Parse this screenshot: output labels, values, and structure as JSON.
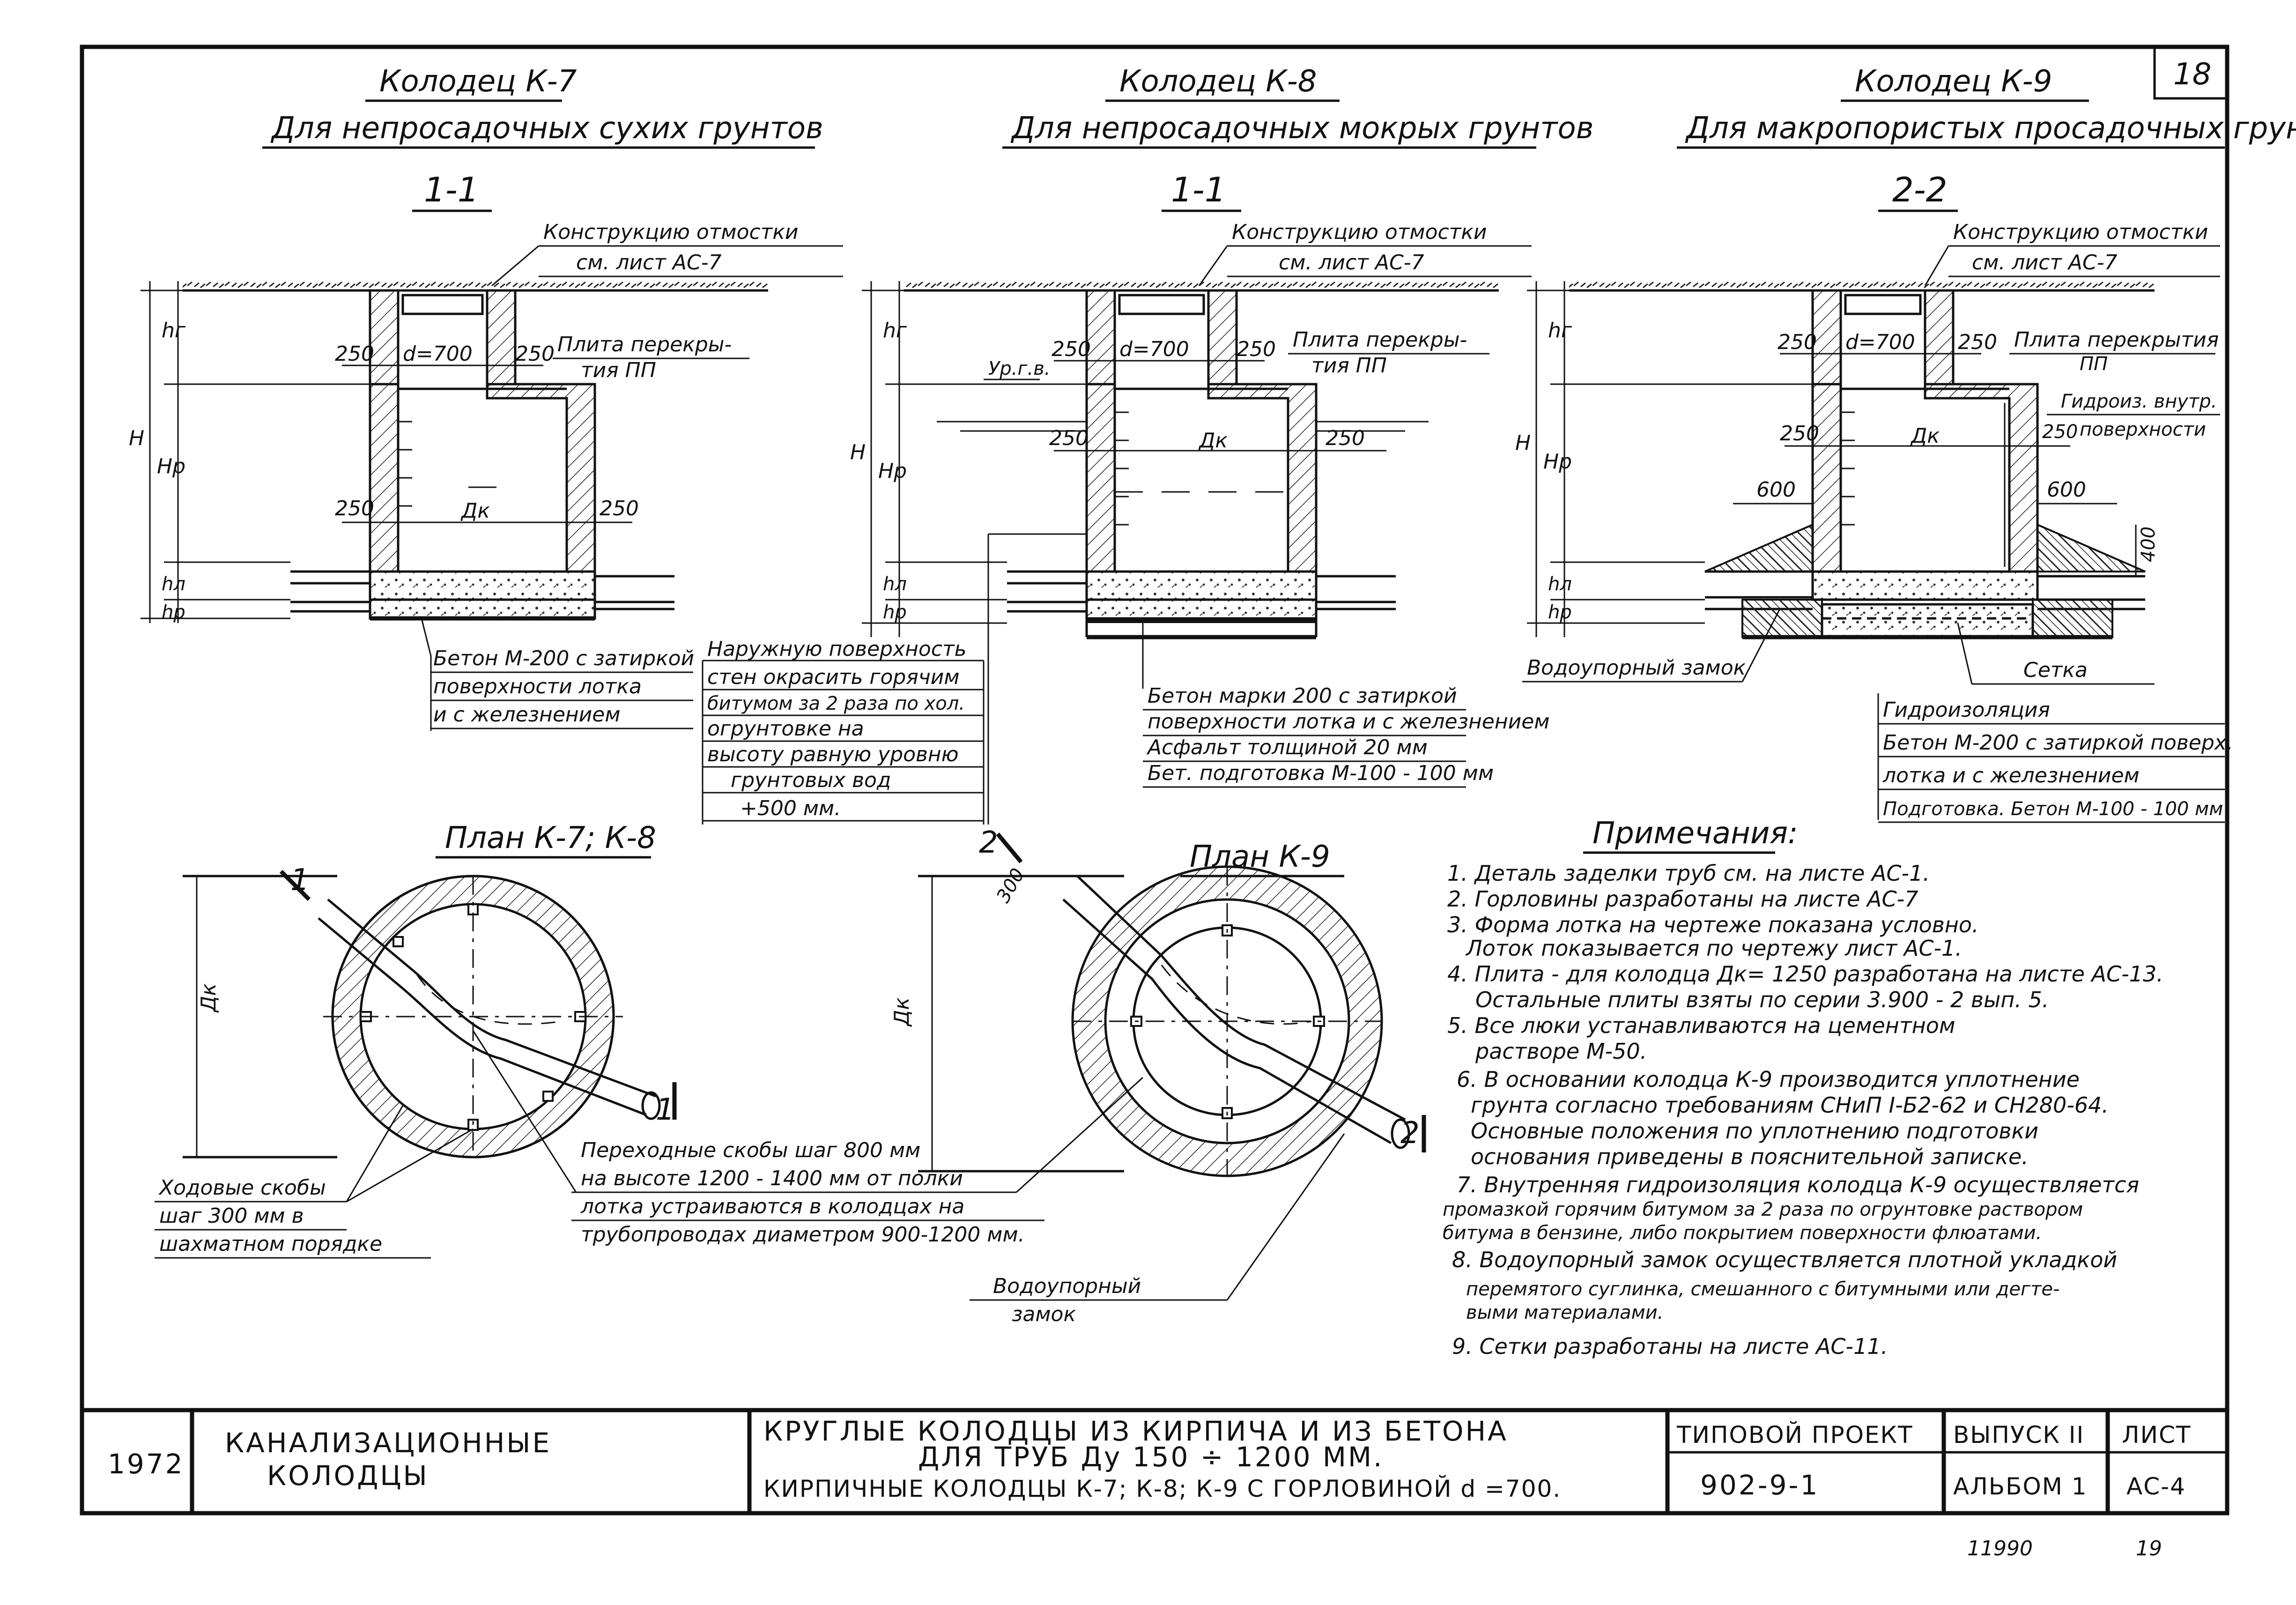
{
  "sheet_number": "18",
  "footer_marks": [
    "11990",
    "19"
  ],
  "wells": [
    {
      "title": "Колодец К-7",
      "subtitle": "Для непросадочных сухих грунтов",
      "section": "1-1",
      "top_note": [
        "Конструкцию отмостки",
        "см. лист АС-7"
      ],
      "slab_note": [
        "Плита перекры-",
        "тия ПП"
      ],
      "dims": {
        "neck_wall": "250",
        "neck_d": "d=700",
        "wall": "250",
        "dk": "Дк",
        "h": "H",
        "hg": "hг",
        "hp": "Hр",
        "hl": "hл",
        "hp2": "hр"
      },
      "base_note": [
        "Бетон М-200 с затиркой",
        "поверхности лотка",
        "и с железнением"
      ],
      "outer_note": [
        "Наружную поверхность",
        "стен окрасить горячим",
        "битумом за 2 раза по хол.",
        "огрунтовке на",
        "высоту равную уровню",
        "грунтовых вод",
        "+500 мм."
      ]
    },
    {
      "title": "Колодец К-8",
      "subtitle": "Для непросадочных мокрых грунтов",
      "section": "1-1",
      "top_note": [
        "Конструкцию отмостки",
        "см. лист АС-7"
      ],
      "slab_note": [
        "Плита перекры-",
        "тия ПП"
      ],
      "dims": {
        "neck_wall": "250",
        "neck_d": "d=700",
        "wall": "250",
        "dk": "Дк",
        "gw": "Ур.г.в.",
        "h": "H",
        "hg": "hг",
        "hp": "Hр",
        "hl": "hл",
        "hp2": "hр"
      },
      "base_note": [
        "Бетон марки 200 с затиркой",
        "поверхности лотка и с железнением",
        "Асфальт толщиной 20 мм",
        "Бет. подготовка М-100 - 100 мм"
      ]
    },
    {
      "title": "Колодец К-9",
      "subtitle": "Для макропористых просадочных грунтов",
      "section": "2-2",
      "top_note": [
        "Конструкцию отмостки",
        "см. лист АС-7"
      ],
      "slab_note": [
        "Плита перекрытия",
        "ПП"
      ],
      "waterproof_note": [
        "Гидроиз. внутр.",
        "поверхности"
      ],
      "dims": {
        "neck_wall": "250",
        "neck_d": "d=700",
        "wall": "250",
        "dk": "Дк",
        "side": "600",
        "depth": "400",
        "h": "H",
        "hg": "hг",
        "hp": "Hр",
        "hl": "hл",
        "hp2": "hр"
      },
      "lock_note": "Водоупорный замок",
      "mesh_note": "Сетка",
      "base_note": [
        "Гидроизоляция",
        "Бетон М-200 с затиркой поверх.",
        "лотка и с железнением",
        "Подготовка. Бетон М-100 - 100 мм"
      ]
    }
  ],
  "plans": [
    {
      "title": "План К-7; К-8",
      "dk": "Дк",
      "cut_a": "1",
      "cut_b": "1"
    },
    {
      "title": "План К-9",
      "dk": "Дк",
      "cut_a": "2",
      "cut_b": "2",
      "dim": "300"
    }
  ],
  "plan_notes": {
    "steps": [
      "Ходовые скобы",
      "шаг 300 мм в",
      "шахматном порядке"
    ],
    "transition": [
      "Переходные скобы шаг 800 мм",
      "на высоте 1200 - 1400 мм от полки",
      "лотка устраиваются в колодцах на",
      "трубопроводах диаметром 900-1200 мм."
    ],
    "lock": [
      "Водоупорный",
      "замок"
    ]
  },
  "notes_title": "Примечания:",
  "notes": [
    "1. Деталь заделки труб см. на листе АС-1.",
    "2. Горловины разработаны на листе АС-7",
    "3. Форма лотка на чертеже показана условно.",
    "Лоток показывается по чертежу лист АС-1.",
    "4. Плита - для колодца Дк= 1250 разработана на листе АС-13.",
    "Остальные плиты взяты по серии 3.900 - 2 вып. 5.",
    "5. Все люки устанавливаются на цементном",
    "растворе М-50.",
    "6. В основании колодца К-9 производится уплотнение",
    "грунта согласно требованиям СНиП I-Б2-62 и СН280-64.",
    "Основные положения по уплотнению подготовки",
    "основания приведены в пояснительной записке.",
    "7. Внутренняя гидроизоляция колодца К-9 осуществляется",
    "промазкой горячим битумом за 2 раза по огрунтовке раствором",
    "битума в бензине, либо покрытием поверхности флюатами.",
    "8. Водоупорный замок осуществляется плотной укладкой",
    "перемятого суглинка, смешанного с битумными или дегте-",
    "выми материалами.",
    "9. Сетки разработаны на листе АС-11."
  ],
  "title_block": {
    "year": "1972",
    "category": [
      "КАНАЛИЗАЦИОННЫЕ",
      "КОЛОДЦЫ"
    ],
    "description": [
      "КРУГЛЫЕ КОЛОДЦЫ ИЗ КИРПИЧА И ИЗ БЕТОНА",
      "ДЛЯ ТРУБ Ду 150 ÷ 1200 ММ.",
      "КИРПИЧНЫЕ КОЛОДЦЫ К-7; К-8; К-9 С ГОРЛОВИНОЙ d =700."
    ],
    "project_label": "ТИПОВОЙ ПРОЕКТ",
    "project_value": "902-9-1",
    "issue_label": "ВЫПУСК II",
    "issue_value": "АЛЬБОМ 1",
    "sheet_label": "ЛИСТ",
    "sheet_value": "АС-4"
  }
}
